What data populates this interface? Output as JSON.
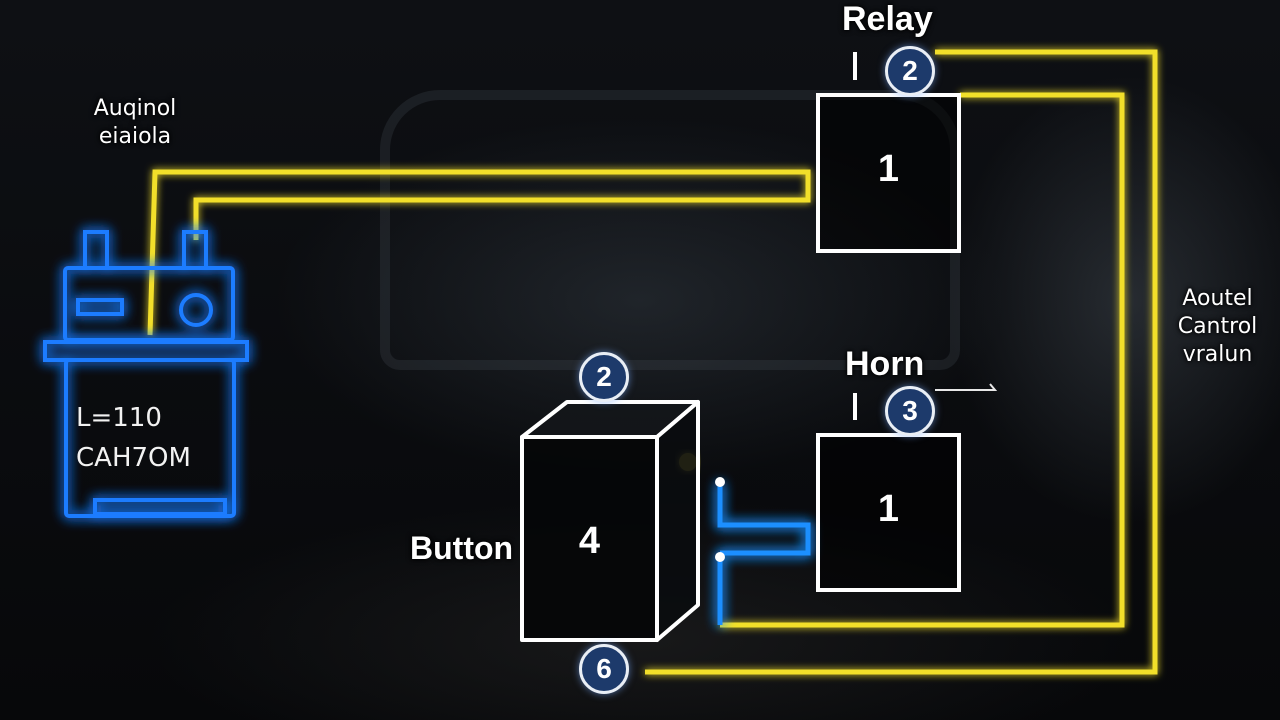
{
  "labels": {
    "relay": "Relay",
    "horn": "Horn",
    "button": "Button",
    "battery_top_line1": "Auqinol",
    "battery_top_line2": "eiaiola",
    "right_line1": "Aoutel",
    "right_line2": "Cantrol",
    "right_line3": "vralun"
  },
  "battery": {
    "line1": "L=110",
    "line2": "CAH7OM"
  },
  "components": {
    "relay_number": "1",
    "horn_number": "1",
    "button_number": "4"
  },
  "badges": {
    "relay": "2",
    "horn": "3",
    "button_top": "2",
    "button_bottom": "6"
  },
  "colors": {
    "wire_yellow": "#f2df2a",
    "wire_blue": "#1f8fff",
    "outline_white": "#ffffff",
    "battery_blue": "#1d7cff",
    "badge_fill": "#1d3a6b"
  }
}
